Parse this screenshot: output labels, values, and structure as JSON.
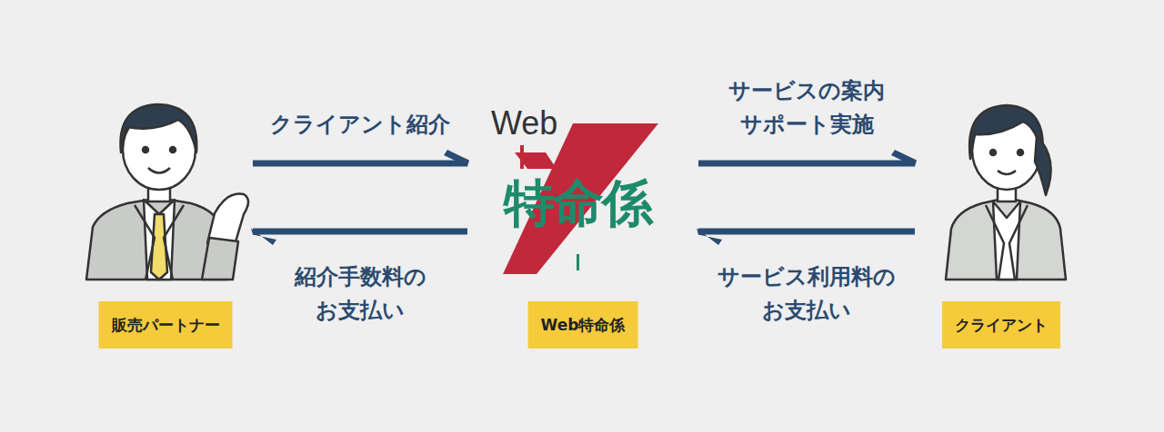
{
  "diagram": {
    "nodes": [
      {
        "text": [
          "販売パートナー"
        ]
      },
      {
        "text": [
          "Web特命係"
        ]
      },
      {
        "text": [
          "クライアント"
        ]
      }
    ],
    "edges": [
      {
        "from": 0,
        "to": 1,
        "arrow": "to",
        "label": "クライアント紹介"
      },
      {
        "from": 1,
        "to": 0,
        "arrow": "to",
        "label": "紹介手数料の お支払い"
      },
      {
        "from": 1,
        "to": 2,
        "arrow": "to",
        "label": "サービスの案内 サポート実施"
      },
      {
        "from": 2,
        "to": 1,
        "arrow": "to",
        "label": "サービス利用料の お支払い"
      }
    ],
    "labels": [
      "Web",
      "特命係"
    ]
  }
}
